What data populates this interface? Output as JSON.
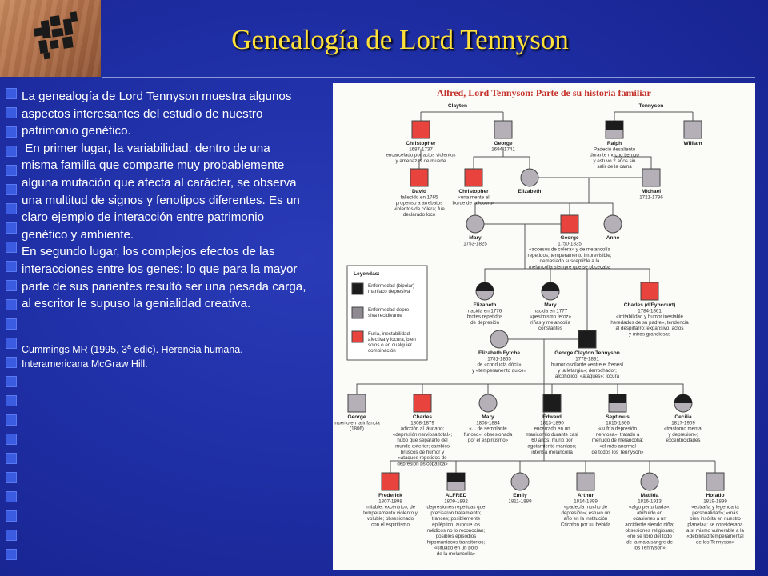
{
  "slide": {
    "title": "Genealogía de Lord Tennyson",
    "paragraphs": [
      "La genealogía de Lord Tennyson muestra algunos aspectos interesantes del estudio de nuestro patrimonio genético.",
      " En primer lugar, la variabilidad: dentro de una misma familia que comparte muy probablemente alguna mutación que afecta al carácter, se observa una multitud de signos y fenotipos diferentes. Es un claro ejemplo de interacción entre patrimonio genético y ambiente.",
      "En segundo lugar, los complejos efectos de las interacciones entre los genes: lo que para la mayor parte de sus parientes resultó ser una pesada carga, al escritor le supuso la genialidad creativa."
    ],
    "citation": {
      "line1_before": "Cummings MR (1995, 3",
      "line1_sup": "a",
      "line1_after": " edic). Herencia humana.",
      "line2": "Interamericana McGraw Hill."
    }
  },
  "colors": {
    "affected": "#e8433c",
    "bipolar": "#1c1c1c",
    "depressive": "#8f8a92",
    "normal": "#b5b0b8"
  },
  "figure": {
    "title": "Alfred, Lord Tennyson: Parte de su historia familiar",
    "family_clayton": "Clayton",
    "family_tennyson": "Tennyson",
    "legend": {
      "title": "Leyendas:",
      "items": [
        {
          "kind": "bipolar",
          "lines": [
            "Enfermedad (bipolar)",
            "maníaco depresiva"
          ]
        },
        {
          "kind": "depressive",
          "lines": [
            "Enfermedad depre-",
            "siva recidivante"
          ]
        },
        {
          "kind": "affected",
          "lines": [
            "Furia, inestabilidad",
            "afectiva y locura, bien",
            "solos o en cualquier",
            "combinación"
          ]
        }
      ]
    },
    "people": [
      {
        "id": "christopher1",
        "sex": "m",
        "kind": "affected",
        "name": "Christopher",
        "lines": [
          "1687-1737",
          "encarcelado por actos violentos",
          "y amenazas de muerte"
        ]
      },
      {
        "id": "george1",
        "sex": "m",
        "kind": "normal",
        "name": "George",
        "lines": [
          "1694-1741"
        ]
      },
      {
        "id": "ralph",
        "sex": "m",
        "kind": "half",
        "name": "Ralph",
        "lines": [
          "Padeció desaliento",
          "durante mucho tiempo",
          "y estuvo 2 años sin",
          "salir de la cama"
        ]
      },
      {
        "id": "william",
        "sex": "m",
        "kind": "normal",
        "name": "William",
        "lines": []
      },
      {
        "id": "david",
        "sex": "m",
        "kind": "affected",
        "name": "David",
        "lines": [
          "fallecido en 1765",
          "propenso a arrebatos",
          "violentos de cólera; fue",
          "declarado loco"
        ]
      },
      {
        "id": "christopher2",
        "sex": "m",
        "kind": "affected",
        "name": "Christopher",
        "lines": [
          "«una mente al",
          "borde de la locura»"
        ]
      },
      {
        "id": "elizabeth1",
        "sex": "f",
        "kind": "normal",
        "name": "Elizabeth",
        "lines": []
      },
      {
        "id": "michael",
        "sex": "m",
        "kind": "normal",
        "name": "Michael",
        "lines": [
          "1721-1796"
        ]
      },
      {
        "id": "mary1",
        "sex": "f",
        "kind": "normal",
        "name": "Mary",
        "lines": [
          "1753-1825"
        ]
      },
      {
        "id": "george2",
        "sex": "m",
        "kind": "affected",
        "name": "George",
        "lines": [
          "1750-1835",
          "«accesos de cólera» y de melancolía",
          "repetidos; temperamento imprevisible;",
          "demasiado susceptible a la",
          "melancolía siempre que se obcecaba"
        ]
      },
      {
        "id": "anne",
        "sex": "f",
        "kind": "normal",
        "name": "Anne",
        "lines": []
      },
      {
        "id": "elizabeth2",
        "sex": "f",
        "kind": "half",
        "name": "Elizabeth",
        "lines": [
          "nacida en 1776",
          "brotes repetidos",
          "de depresión"
        ]
      },
      {
        "id": "mary2",
        "sex": "f",
        "kind": "half",
        "name": "Mary",
        "lines": [
          "nacida en 1777",
          "«pesimismo feroz»",
          "riñas y melancolía",
          "constantes"
        ]
      },
      {
        "id": "charles1",
        "sex": "m",
        "kind": "affected",
        "name": "Charles (d'Eyncourt)",
        "lines": [
          "1784-1861",
          "«irritabilidad y humor inestable",
          "heredados de su padre», tendencia",
          "al despilfarro; expansivo, actos",
          "y miras grandiosas"
        ]
      },
      {
        "id": "elizabeth_fytche",
        "sex": "f",
        "kind": "normal",
        "name": "Elizabeth Fytche",
        "lines": [
          "1781-1865",
          "de «conducta dócil»",
          "y «temperamento dulce»"
        ]
      },
      {
        "id": "george_clayton",
        "sex": "m",
        "kind": "bipolar",
        "name": "George Clayton Tennyson",
        "lines": [
          "1778-1831",
          "humor oscilante «entre el frenesí",
          "y la letargia»; derrochador;",
          "alcohólico; «ataques»; locura"
        ]
      },
      {
        "id": "george3",
        "sex": "m",
        "kind": "normal",
        "name": "George",
        "lines": [
          "muerto en la infancia",
          "(1806)"
        ]
      },
      {
        "id": "charles2",
        "sex": "m",
        "kind": "affected",
        "name": "Charles",
        "lines": [
          "1808-1879",
          "adicción al láudano;",
          "«depresión nerviosa total»;",
          "hubo que separarlo del",
          "mundo exterior; cambios",
          "bruscos de humor y",
          "«ataques repetidos de",
          "depresión psicopática»"
        ]
      },
      {
        "id": "mary3",
        "sex": "f",
        "kind": "normal",
        "name": "Mary",
        "lines": [
          "1808-1884",
          "«... de semblante",
          "furioso»; obsesionada",
          "por el espiritismo»"
        ]
      },
      {
        "id": "edward",
        "sex": "m",
        "kind": "bipolar",
        "name": "Edward",
        "lines": [
          "1813-1890",
          "encerrado en un",
          "manicomio durante casi",
          "60 años; murió por",
          "agotamiento maníaco;",
          "intensa melancolía"
        ]
      },
      {
        "id": "septimus",
        "sex": "m",
        "kind": "half",
        "name": "Septimus",
        "lines": [
          "1815-1866",
          "«sufría depresión",
          "nerviosa»; tratado a",
          "menudo de melancolía;",
          "«el más anormal",
          "de todos los Tennyson»"
        ]
      },
      {
        "id": "cecilia",
        "sex": "f",
        "kind": "half",
        "name": "Cecilia",
        "lines": [
          "1817-1909",
          "«trastorno mental",
          "y depresión»;",
          "excentricidades"
        ]
      },
      {
        "id": "frederick",
        "sex": "m",
        "kind": "affected",
        "name": "Frederick",
        "lines": [
          "1807-1898",
          "irritable, excéntrico; de",
          "temperamento violento y",
          "voluble; obsesionado",
          "con el espiritismo"
        ]
      },
      {
        "id": "alfred",
        "sex": "m",
        "kind": "half",
        "name": "ALFRED",
        "lines": [
          "1809-1892",
          "depresiones repetidas que",
          "precisaron tratamiento;",
          "trances; posiblemente",
          "epiléptico, aunque los",
          "médicos no lo reconocían;",
          "posibles episodios",
          "hipomaníacos transitorios;",
          "«situado en un polo",
          "de la melancolía»"
        ]
      },
      {
        "id": "emily",
        "sex": "f",
        "kind": "normal",
        "name": "Emily",
        "lines": [
          "1811-1889"
        ]
      },
      {
        "id": "arthur",
        "sex": "m",
        "kind": "normal",
        "name": "Arthur",
        "lines": [
          "1814-1899",
          "«padecía mucho de",
          "depresión»; estuvo un",
          "año en la institución",
          "Crichton por su bebida"
        ]
      },
      {
        "id": "matilda",
        "sex": "f",
        "kind": "normal",
        "name": "Matilda",
        "lines": [
          "1816-1913",
          "«algo perturbada»,",
          "atribuido en",
          "ocasiones a un",
          "accidente siendo niña;",
          "obsesiones religiosas;",
          "«no se libró del todo",
          "de la mala sangre de",
          "los Tennyson»"
        ]
      },
      {
        "id": "horatio",
        "sex": "m",
        "kind": "normal",
        "name": "Horatio",
        "lines": [
          "1819-1899",
          "«extraña y legendaria",
          "personalidad»; «más",
          "bien insólita en nuestro",
          "planeta»; se consideraba",
          "a sí mismo vulnerable a la",
          "«debilidad temperamental",
          "de los Tennyson»"
        ]
      }
    ]
  }
}
